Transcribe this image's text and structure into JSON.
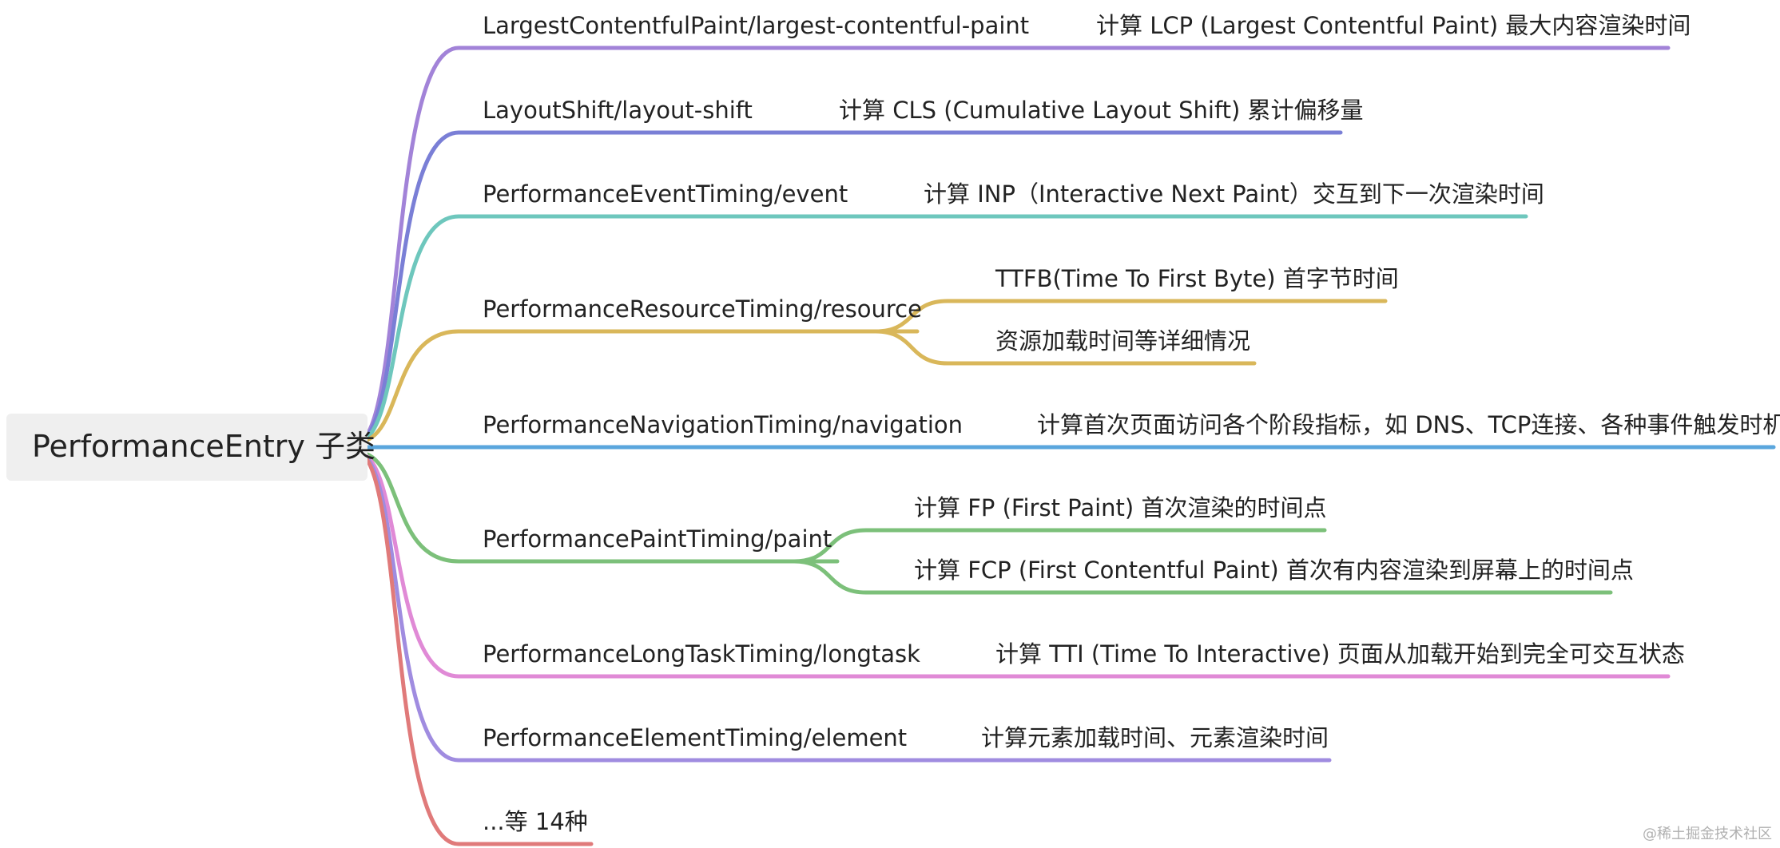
{
  "root": {
    "label": "PerformanceEntry 子类"
  },
  "colors": {
    "purple": "#a283d8",
    "indigo": "#7a7fd6",
    "teal": "#6ec7bd",
    "gold": "#d9b75a",
    "blue": "#5aa6dd",
    "green": "#7cc07a",
    "pink": "#e08ad6",
    "lavender": "#a08ce0",
    "red": "#e07a7a"
  },
  "branches": [
    {
      "label": "LargestContentfulPaint/largest-contentful-paint",
      "color": "purple",
      "children": [
        "计算 LCP (Largest Contentful Paint) 最大内容渲染时间"
      ]
    },
    {
      "label": "LayoutShift/layout-shift",
      "color": "indigo",
      "children": [
        "计算 CLS (Cumulative Layout Shift) 累计偏移量"
      ]
    },
    {
      "label": "PerformanceEventTiming/event",
      "color": "teal",
      "children": [
        "计算 INP（Interactive Next Paint）交互到下一次渲染时间"
      ]
    },
    {
      "label": "PerformanceResourceTiming/resource",
      "color": "gold",
      "children": [
        "TTFB(Time To First Byte) 首字节时间",
        "资源加载时间等详细情况"
      ]
    },
    {
      "label": "PerformanceNavigationTiming/navigation",
      "color": "blue",
      "children": [
        "计算首次页面访问各个阶段指标，如 DNS、TCP连接、各种事件触发时机"
      ]
    },
    {
      "label": "PerformancePaintTiming/paint",
      "color": "green",
      "children": [
        "计算 FP (First Paint) 首次渲染的时间点",
        "计算 FCP (First Contentful Paint) 首次有内容渲染到屏幕上的时间点"
      ]
    },
    {
      "label": "PerformanceLongTaskTiming/longtask",
      "color": "pink",
      "children": [
        "计算 TTI (Time To Interactive) 页面从加载开始到完全可交互状态"
      ]
    },
    {
      "label": "PerformanceElementTiming/element",
      "color": "lavender",
      "children": [
        "计算元素加载时间、元素渲染时间"
      ]
    },
    {
      "label": "...等 14种",
      "color": "red",
      "children": []
    }
  ],
  "watermark": "@稀土掘金技术社区"
}
